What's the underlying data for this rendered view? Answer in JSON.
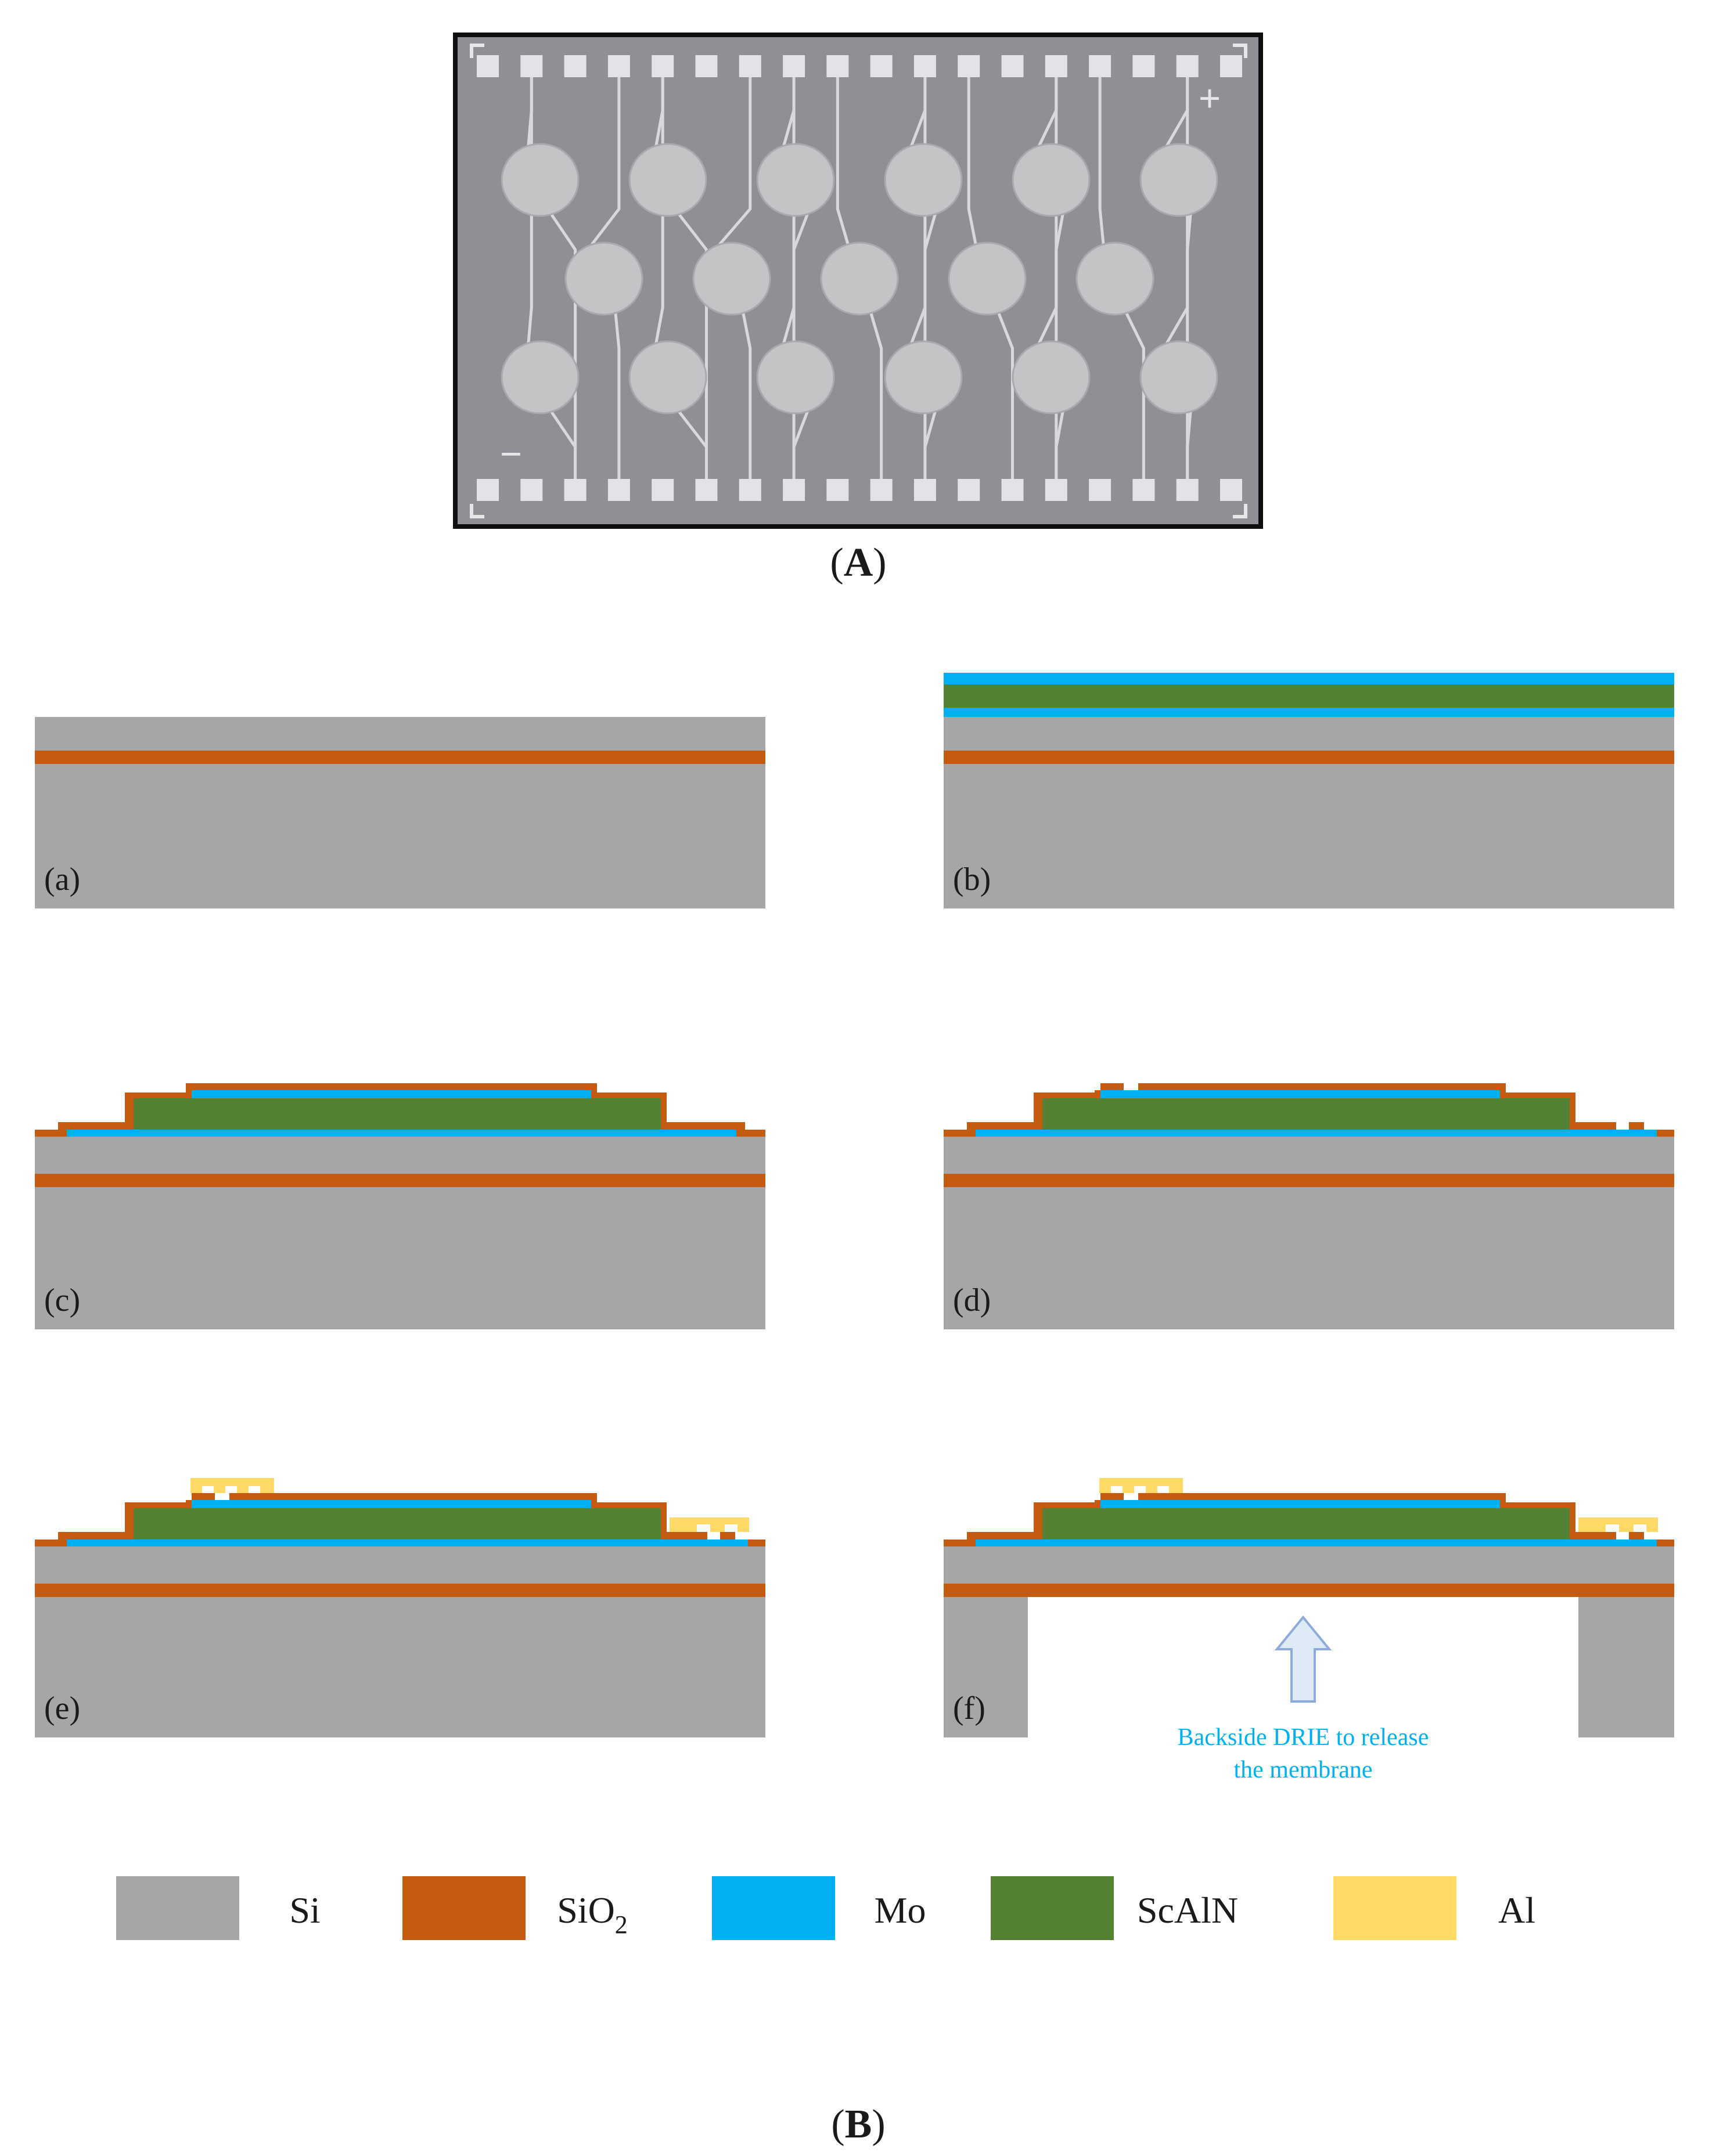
{
  "figure": {
    "panel_A_label": "A",
    "panel_B_label": "B"
  },
  "photo": {
    "pad_rows": 2,
    "pads_per_row": 18,
    "circle_rows": [
      6,
      5,
      6
    ],
    "marks": {
      "plus": "+",
      "minus": "−"
    }
  },
  "steps": [
    {
      "label": "(a)"
    },
    {
      "label": "(b)"
    },
    {
      "label": "(c)"
    },
    {
      "label": "(d)"
    },
    {
      "label": "(e)"
    },
    {
      "label": "(f)",
      "annotation": [
        "Backside DRIE to release",
        "the membrane"
      ]
    }
  ],
  "materials": [
    {
      "name": "Si",
      "color": "#a6a6a6"
    },
    {
      "name": "SiO",
      "sub": "2",
      "color": "#c55a11"
    },
    {
      "name": "Mo",
      "color": "#00b0f0"
    },
    {
      "name": "ScAlN",
      "color": "#548235"
    },
    {
      "name": "Al",
      "color": "#ffd966"
    }
  ],
  "colors": {
    "arrow_fill": "#deebf7",
    "arrow_stroke": "#8faadc",
    "annotation_text": "#00b0f0"
  }
}
